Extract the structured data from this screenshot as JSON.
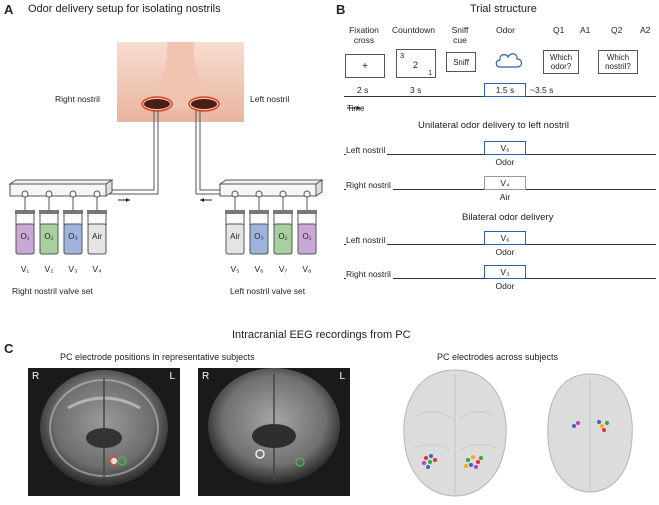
{
  "panel_a": {
    "letter": "A",
    "title": "Odor delivery setup for isolating nostrils",
    "right_nostril_label": "Right nostril",
    "left_nostril_label": "Left nostril",
    "right_vials": [
      {
        "label": "O₁",
        "valve": "V₁",
        "color": "#c9a8d6"
      },
      {
        "label": "O₂",
        "valve": "V₂",
        "color": "#a8cfa0"
      },
      {
        "label": "O₃",
        "valve": "V₃",
        "color": "#9fb3dc"
      },
      {
        "label": "Air",
        "valve": "V₄",
        "color": "#e4e4e4"
      }
    ],
    "left_vials": [
      {
        "label": "Air",
        "valve": "V₅",
        "color": "#e4e4e4"
      },
      {
        "label": "O₃",
        "valve": "V₆",
        "color": "#9fb3dc"
      },
      {
        "label": "O₂",
        "valve": "V₇",
        "color": "#a8cfa0"
      },
      {
        "label": "O₁",
        "valve": "V₈",
        "color": "#c9a8d6"
      }
    ],
    "right_set_label": "Right nostril valve set",
    "left_set_label": "Left nostril valve set"
  },
  "panel_b": {
    "letter": "B",
    "title": "Trial structure",
    "phases": [
      "Fixation cross",
      "Countdown",
      "Sniff cue",
      "Odor",
      "Q1",
      "A1",
      "Q2",
      "A2"
    ],
    "box_fixation": "+",
    "box_countdown": [
      "3",
      "2",
      "1"
    ],
    "box_sniff": "Sniff",
    "box_q1": "Which odor?",
    "box_q2": "Which nostril?",
    "timing": [
      "2 s",
      "3 s",
      "1.5 s",
      "~3.5 s"
    ],
    "time_label": "Time",
    "unilateral_title": "Unilateral odor delivery to left nostril",
    "bilateral_title": "Bilateral odor delivery",
    "rows": [
      {
        "nostril": "Left nostril",
        "valve": "V₆",
        "caption": "Odor"
      },
      {
        "nostril": "Right nostril",
        "valve": "V₄",
        "caption": "Air"
      },
      {
        "nostril": "Left nostril",
        "valve": "V₆",
        "caption": "Odor"
      },
      {
        "nostril": "Right nostril",
        "valve": "V₃",
        "caption": "Odor"
      }
    ]
  },
  "panel_c": {
    "letter": "C",
    "title": "Intracranial EEG recordings from PC",
    "left_subtitle": "PC electrode positions in representative subjects",
    "right_subtitle": "PC electrodes across subjects",
    "scan_labels": {
      "r": "R",
      "l": "L"
    }
  },
  "colors": {
    "blue": "#2c5fb0",
    "purple": "#c9a8d6",
    "green": "#a8cfa0",
    "periwinkle": "#9fb3dc"
  }
}
